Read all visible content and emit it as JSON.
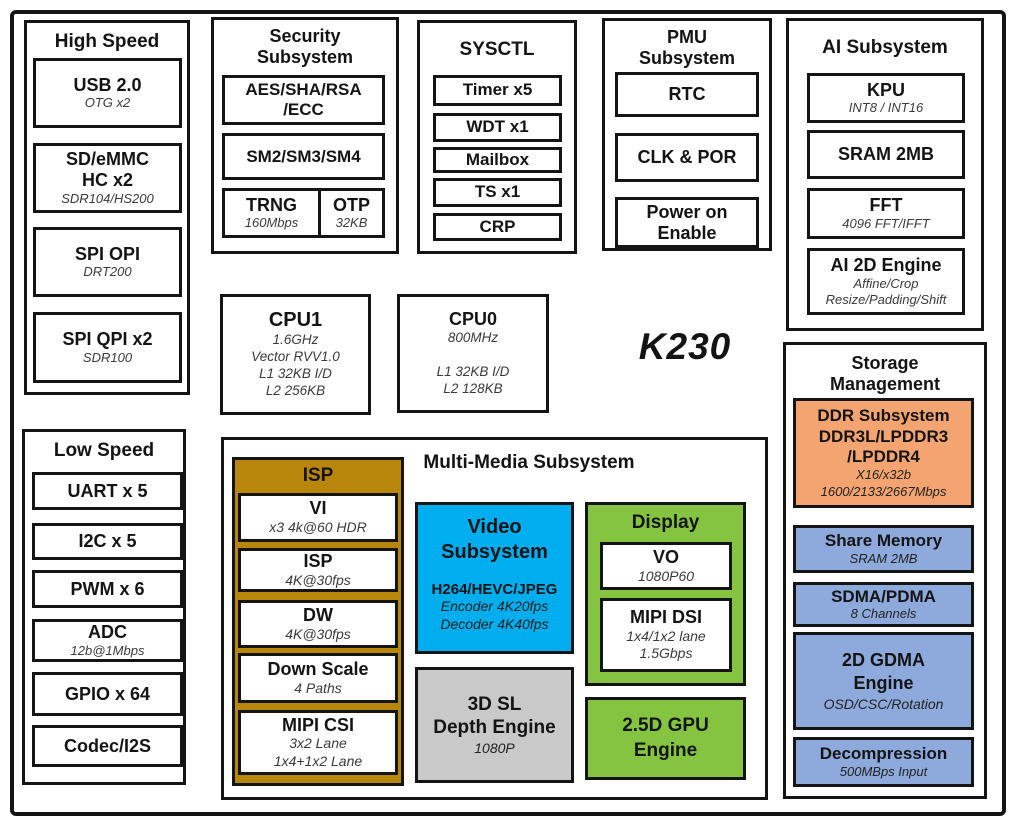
{
  "colors": {
    "gold": "#B8860B",
    "blue": "#00ADEF",
    "green": "#85C441",
    "orange": "#F4A470",
    "periwinkle": "#8EA9DB",
    "gray": "#C9C9C9"
  },
  "chip_label": "K230",
  "high_speed": {
    "title": "High Speed",
    "items": [
      {
        "label": "USB 2.0",
        "sub": "OTG x2"
      },
      {
        "label_lines": [
          "SD/eMMC",
          "HC x2"
        ],
        "sub": "SDR104/HS200"
      },
      {
        "label": "SPI OPI",
        "sub": "DRT200"
      },
      {
        "label": "SPI QPI x2",
        "sub": "SDR100"
      }
    ]
  },
  "security": {
    "title_lines": [
      "Security",
      "Subsystem"
    ],
    "items": [
      {
        "label_lines": [
          "AES/SHA/RSA",
          "/ECC"
        ]
      },
      {
        "label": "SM2/SM3/SM4"
      }
    ],
    "trng": {
      "label": "TRNG",
      "sub": "160Mbps"
    },
    "otp": {
      "label": "OTP",
      "sub": "32KB"
    }
  },
  "sysctl": {
    "title": "SYSCTL",
    "items": [
      {
        "label": "Timer x5"
      },
      {
        "label": "WDT x1"
      },
      {
        "label": "Mailbox"
      },
      {
        "label": "TS x1"
      },
      {
        "label": "CRP"
      }
    ]
  },
  "pmu": {
    "title_lines": [
      "PMU",
      "Subsystem"
    ],
    "items": [
      {
        "label": "RTC"
      },
      {
        "label": "CLK & POR"
      },
      {
        "label_lines": [
          "Power on",
          "Enable"
        ]
      }
    ]
  },
  "ai": {
    "title": "AI Subsystem",
    "items": [
      {
        "label": "KPU",
        "sub": "INT8 / INT16"
      },
      {
        "label": "SRAM 2MB"
      },
      {
        "label": "FFT",
        "sub": "4096 FFT/IFFT"
      },
      {
        "label": "AI 2D Engine",
        "sub_lines": [
          "Affine/Crop",
          "Resize/Padding/Shift"
        ]
      }
    ]
  },
  "cpu1": {
    "label": "CPU1",
    "sub_lines": [
      "1.6GHz",
      "Vector RVV1.0",
      "L1 32KB I/D",
      "L2 256KB"
    ]
  },
  "cpu0": {
    "label": "CPU0",
    "sub_lines": [
      "800MHz",
      "",
      "L1 32KB I/D",
      "L2 128KB"
    ]
  },
  "low_speed": {
    "title": "Low Speed",
    "items": [
      {
        "label": "UART x 5"
      },
      {
        "label": "I2C x 5"
      },
      {
        "label": "PWM x 6"
      },
      {
        "label": "ADC",
        "sub": "12b@1Mbps"
      },
      {
        "label": "GPIO x 64"
      },
      {
        "label": "Codec/I2S"
      }
    ]
  },
  "multimedia": {
    "title": "Multi-Media Subsystem",
    "isp": {
      "title": "ISP",
      "items": [
        {
          "label": "VI",
          "sub": "x3 4k@60 HDR"
        },
        {
          "label": "ISP",
          "sub": "4K@30fps"
        },
        {
          "label": "DW",
          "sub": "4K@30fps"
        },
        {
          "label": "Down Scale",
          "sub": "4 Paths"
        },
        {
          "label": "MIPI CSI",
          "sub_lines": [
            "3x2 Lane",
            "1x4+1x2 Lane"
          ]
        }
      ]
    },
    "video": {
      "title_lines": [
        "Video",
        "Subsystem"
      ],
      "codec": "H264/HEVC/JPEG",
      "sub_lines": [
        "Encoder 4K20fps",
        "Decoder 4K40fps"
      ]
    },
    "depth": {
      "label_lines": [
        "3D SL",
        "Depth Engine"
      ],
      "sub": "1080P"
    },
    "display": {
      "title": "Display",
      "items": [
        {
          "label": "VO",
          "sub": "1080P60"
        },
        {
          "label": "MIPI DSI",
          "sub_lines": [
            "1x4/1x2 lane",
            "1.5Gbps"
          ]
        }
      ]
    },
    "gpu": {
      "label_lines": [
        "2.5D GPU",
        "Engine"
      ]
    }
  },
  "storage": {
    "title_lines": [
      "Storage",
      "Management"
    ],
    "ddr": {
      "label_lines": [
        "DDR Subsystem",
        "DDR3L/LPDDR3",
        "/LPDDR4"
      ],
      "sub_lines": [
        "X16/x32b",
        "1600/2133/2667Mbps"
      ]
    },
    "share": {
      "label": "Share Memory",
      "sub": "SRAM 2MB"
    },
    "sdma": {
      "label": "SDMA/PDMA",
      "sub": "8 Channels"
    },
    "gdma": {
      "label_lines": [
        "2D GDMA",
        "Engine"
      ],
      "sub": "OSD/CSC/Rotation"
    },
    "decomp": {
      "label": "Decompression",
      "sub": "500MBps  Input"
    }
  }
}
